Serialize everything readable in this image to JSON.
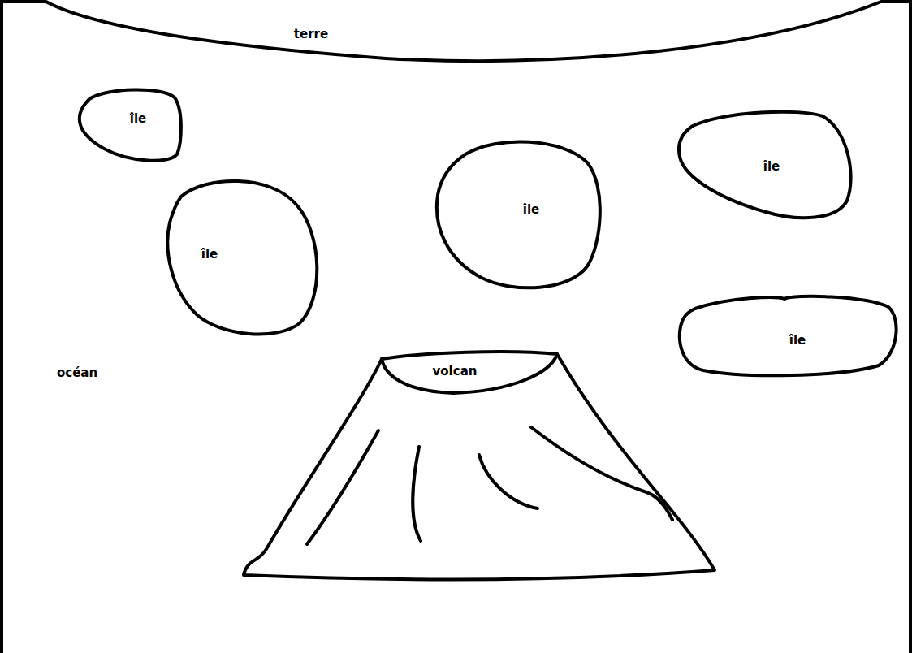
{
  "diagram": {
    "nodes": [
      {
        "text": [
          "terre"
        ]
      },
      {
        "text": [
          "île"
        ]
      },
      {
        "text": [
          "île"
        ]
      },
      {
        "text": [
          "île"
        ]
      },
      {
        "text": [
          "île"
        ]
      },
      {
        "text": [
          "île"
        ]
      },
      {
        "text": [
          "volcan"
        ]
      }
    ],
    "labels": [
      "océan"
    ]
  }
}
